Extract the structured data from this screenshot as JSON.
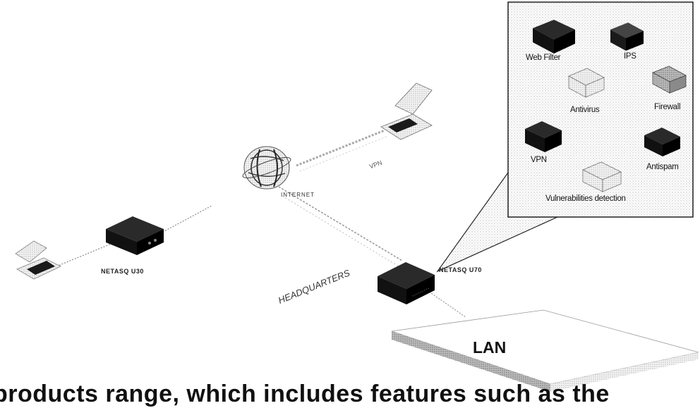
{
  "diagram": {
    "nodes": {
      "internet": "INTERNET",
      "vpn_link": "VPN",
      "headquarters": "HEADQUARTERS",
      "netasq_u30": "NETASQ U30",
      "netasq_u70": "NETASQ U70",
      "lan": "LAN"
    },
    "features": {
      "web_filter": "Web Filter",
      "ips": "IPS",
      "antivirus": "Antivirus",
      "firewall": "Firewall",
      "vpn": "VPN",
      "antispam": "Antispam",
      "vulnerabilities": "Vulnerabilities detection"
    }
  },
  "caption": {
    "text": "products range, which includes features such as the"
  },
  "colors": {
    "device_dark": "#111111",
    "device_light": "#cfcfcf",
    "line": "#8a8a8a",
    "panel_border": "#222222"
  }
}
